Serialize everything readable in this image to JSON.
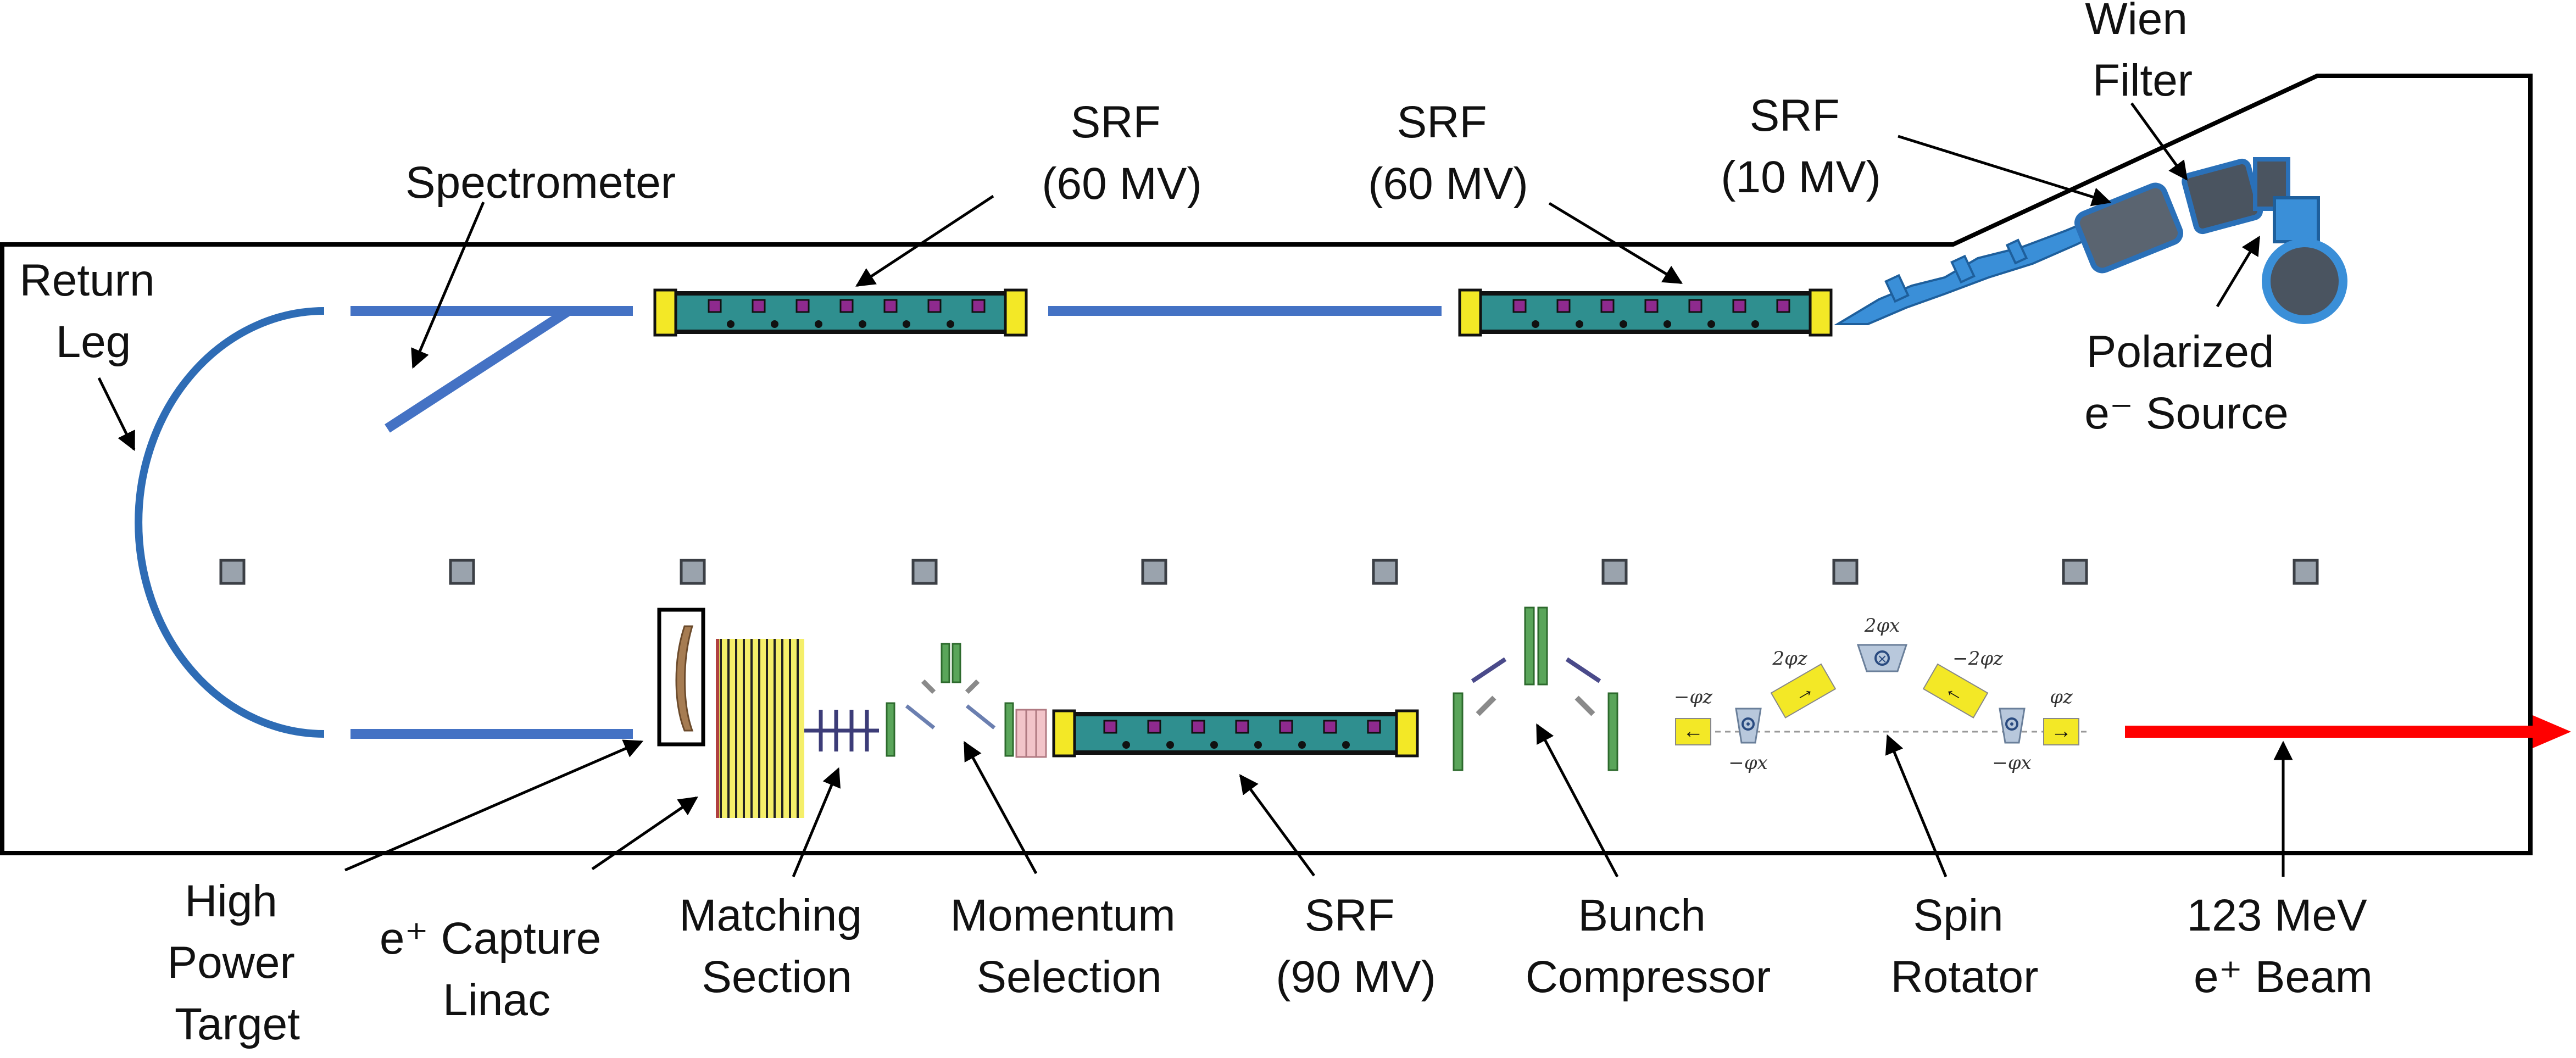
{
  "labels": {
    "wien_filter": [
      "Wien",
      "Filter"
    ],
    "srf_60_a": [
      "SRF",
      "(60 MV)"
    ],
    "srf_60_b": [
      "SRF",
      "(60 MV)"
    ],
    "srf_10": [
      "SRF",
      "(10 MV)"
    ],
    "spectrometer": [
      "Spectrometer"
    ],
    "return_leg": [
      "Return",
      "Leg"
    ],
    "polarized_source": [
      "Polarized",
      "e⁻ Source"
    ],
    "high_power_target": [
      "High",
      "Power",
      "Target"
    ],
    "capture_linac": [
      "e⁺ Capture",
      "Linac"
    ],
    "matching_section": [
      "Matching",
      "Section"
    ],
    "momentum_selection": [
      "Momentum",
      "Selection"
    ],
    "srf_90": [
      "SRF",
      "(90 MV)"
    ],
    "bunch_compressor": [
      "Bunch",
      "Compressor"
    ],
    "spin_rotator": [
      "Spin",
      "Rotator"
    ],
    "beam_123": [
      "123 MeV",
      "e⁺ Beam"
    ]
  },
  "spin_rotator_symbols": {
    "minus_phi_z": "−φz",
    "two_phi_z": "2φz",
    "two_phi_x": "2φx",
    "minus_two_phi_z": "−2φz",
    "phi_z": "φz",
    "minus_phi_x_left": "−φx",
    "minus_phi_x_right": "−φx"
  },
  "colors": {
    "beamline_blue": "#4472c4",
    "return_leg_blue": "#2e6cb5",
    "positron_beam_red": "#ff0000",
    "cryomodule_teal": "#2f8f8f",
    "source_blue": "#3a8fd8",
    "capture_yellow": "#f5ef6a",
    "dipole_green": "#5aa55a",
    "quad_pink": "#f2c4c9",
    "marker_gray": "#9aa3ad",
    "enclosure": "#000000"
  }
}
